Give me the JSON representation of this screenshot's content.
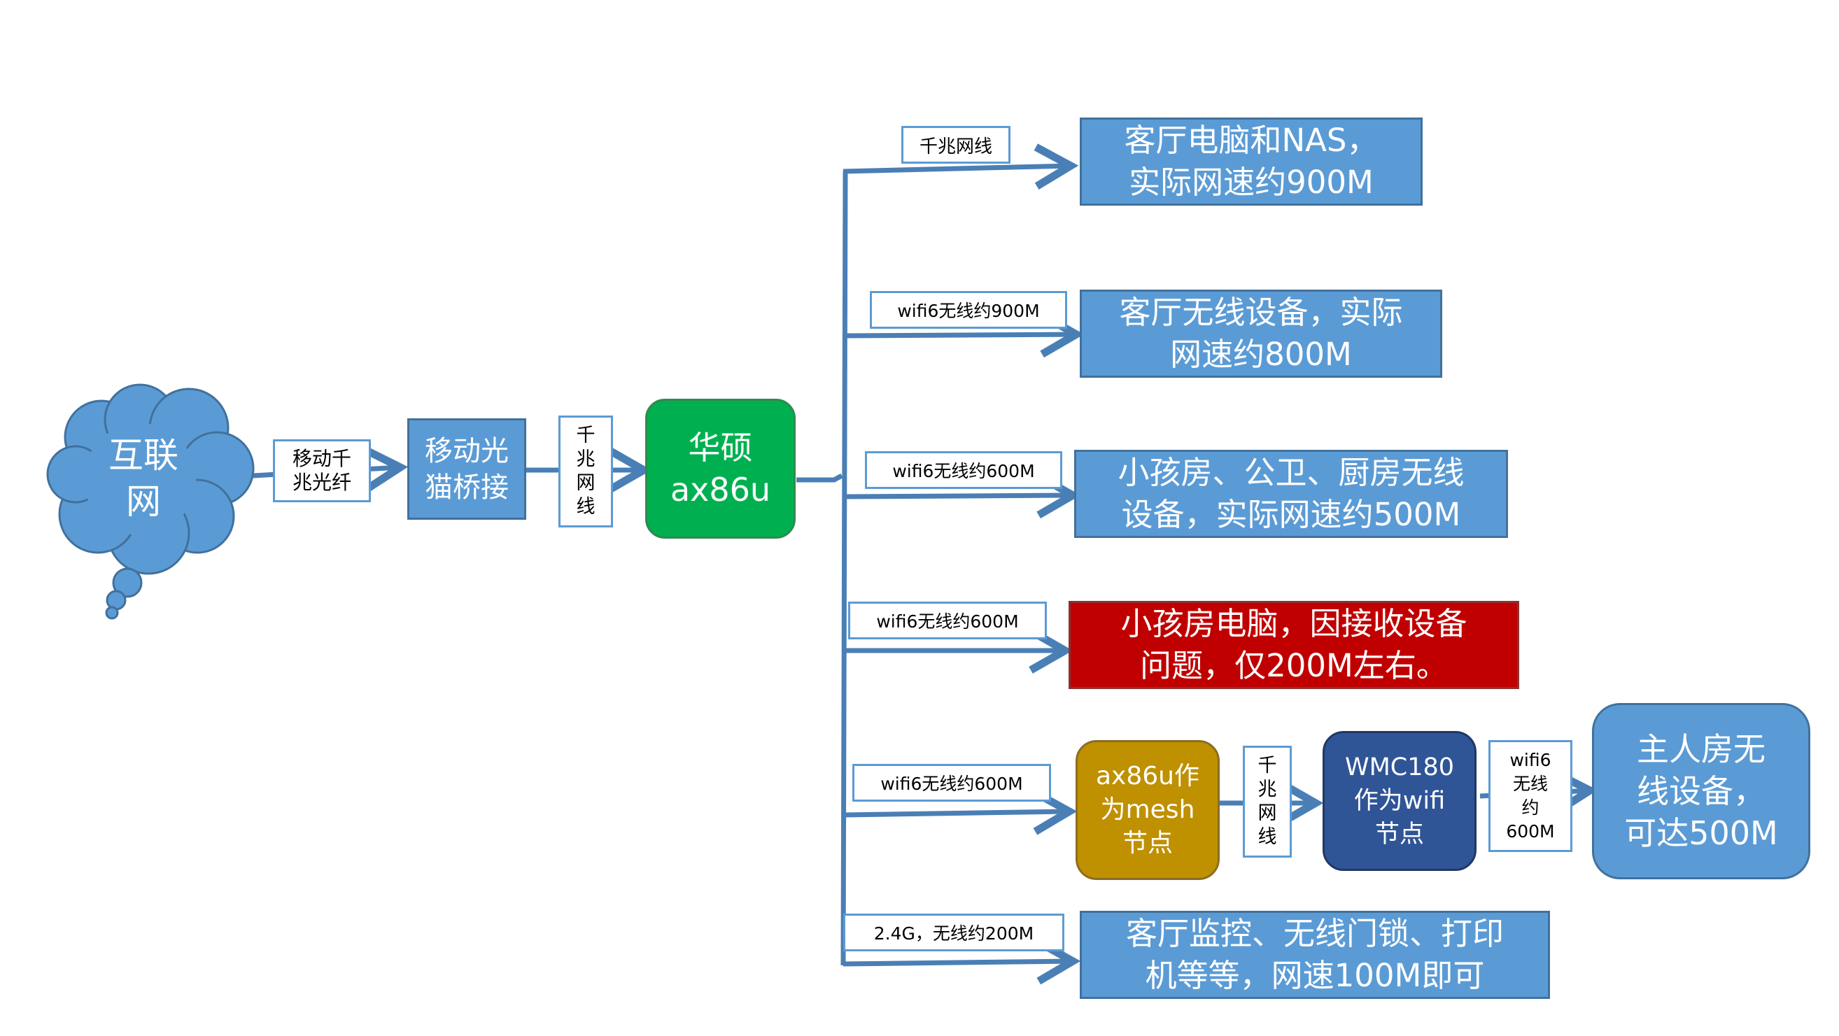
{
  "nodes": {
    "internet": "互联\n网",
    "modem": "移动光\n猫桥接",
    "router": "华硕\nax86u",
    "living_pc": "客厅电脑和NAS，\n实际网速约900M",
    "living_wireless": "客厅无线设备，实际\n网速约800M",
    "kids_wireless": "小孩房、公卫、厨房无线\n设备，实际网速约500M",
    "kids_pc": "小孩房电脑，因接收设备\n问题，仅200M左右。",
    "mesh_node": "ax86u作\n为mesh\n节点",
    "wmc_node": "WMC180\n作为wifi\n节点",
    "master_room": "主人房无\n线设备，\n可达500M",
    "iot_devices": "客厅监控、无线门锁、打印\n机等等，网速100M即可"
  },
  "labels": {
    "fiber": "移动千\n兆光纤",
    "cable1": "千\n兆\n网\n线",
    "branch1": "千兆网线",
    "branch2": "wifi6无线约900M",
    "branch3": "wifi6无线约600M",
    "branch4": "wifi6无线约600M",
    "branch5": "wifi6无线约600M",
    "cable2": "千\n兆\n网\n线",
    "wifi_link": "wifi6\n无线\n约\n600M",
    "branch6": "2.4G，无线约200M"
  },
  "colors": {
    "box_blue": "#5b9bd5",
    "router_green": "#00b050",
    "alert_red": "#c00000",
    "mesh_gold": "#bf9000",
    "node_navy": "#2f5597",
    "connector": "#4a7fb5"
  }
}
